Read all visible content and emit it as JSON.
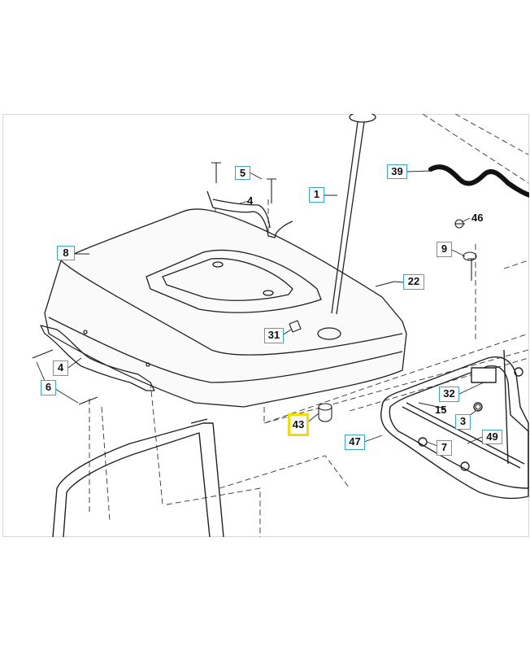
{
  "diagram": {
    "callouts": [
      {
        "id": "c1",
        "label": "1"
      },
      {
        "id": "c3",
        "label": "3"
      },
      {
        "id": "c4a",
        "label": "4"
      },
      {
        "id": "c4b",
        "label": "4"
      },
      {
        "id": "c5",
        "label": "5"
      },
      {
        "id": "c6",
        "label": "6"
      },
      {
        "id": "c7",
        "label": "7"
      },
      {
        "id": "c8",
        "label": "8"
      },
      {
        "id": "c9",
        "label": "9"
      },
      {
        "id": "c15",
        "label": "15"
      },
      {
        "id": "c22",
        "label": "22"
      },
      {
        "id": "c31",
        "label": "31"
      },
      {
        "id": "c32",
        "label": "32"
      },
      {
        "id": "c39",
        "label": "39"
      },
      {
        "id": "c43",
        "label": "43"
      },
      {
        "id": "c46",
        "label": "46"
      },
      {
        "id": "c47",
        "label": "47"
      },
      {
        "id": "c49",
        "label": "49"
      }
    ],
    "highlight_color": "#f3dd00",
    "callout_border_color": "#3aa8c8"
  }
}
